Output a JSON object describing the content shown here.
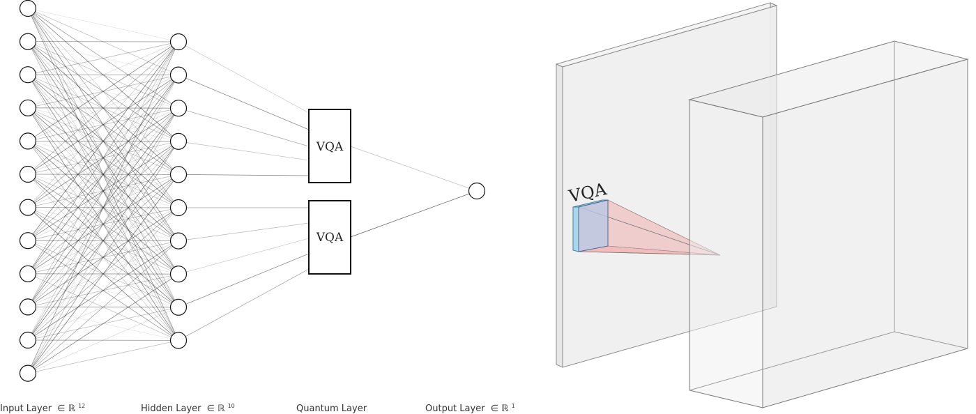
{
  "network": {
    "layers": [
      {
        "id": "input",
        "label_text": "Input Layer",
        "label_math": "∈ ℝ",
        "label_sup": "12",
        "nodes": 12
      },
      {
        "id": "hidden",
        "label_text": "Hidden Layer",
        "label_math": "∈ ℝ",
        "label_sup": "10",
        "nodes": 10
      },
      {
        "id": "quantum",
        "label_text": "Quantum Layer",
        "label_math": "",
        "label_sup": "",
        "blocks": [
          "VQA",
          "VQA"
        ]
      },
      {
        "id": "output",
        "label_text": "Output Layer",
        "label_math": "∈ ℝ",
        "label_sup": "1",
        "nodes": 1
      }
    ]
  },
  "view3d": {
    "block_label": "VQA"
  }
}
